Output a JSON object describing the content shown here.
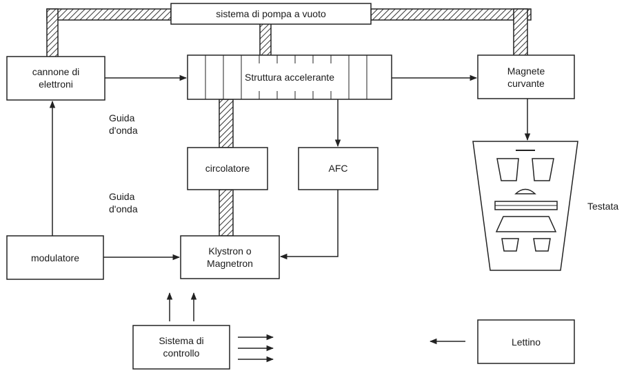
{
  "vacuum_system": {
    "label": "sistema di pompa a vuoto"
  },
  "electron_gun": {
    "label_line1": "cannone di",
    "label_line2": "elettroni"
  },
  "accelerating_structure": {
    "label": "Struttura accelerante"
  },
  "bending_magnet": {
    "label_line1": "Magnete",
    "label_line2": "curvante"
  },
  "waveguide_upper": {
    "label_line1": "Guida",
    "label_line2": "d'onda"
  },
  "waveguide_lower": {
    "label_line1": "Guida",
    "label_line2": "d'onda"
  },
  "circulator": {
    "label": "circolatore"
  },
  "afc": {
    "label": "AFC"
  },
  "head": {
    "label": "Testata"
  },
  "modulator": {
    "label": "modulatore"
  },
  "klystron": {
    "label_line1": "Klystron o",
    "label_line2": "Magnetron"
  },
  "control_system": {
    "label_line1": "Sistema di",
    "label_line2": "controllo"
  },
  "couch": {
    "label": "Lettino"
  }
}
